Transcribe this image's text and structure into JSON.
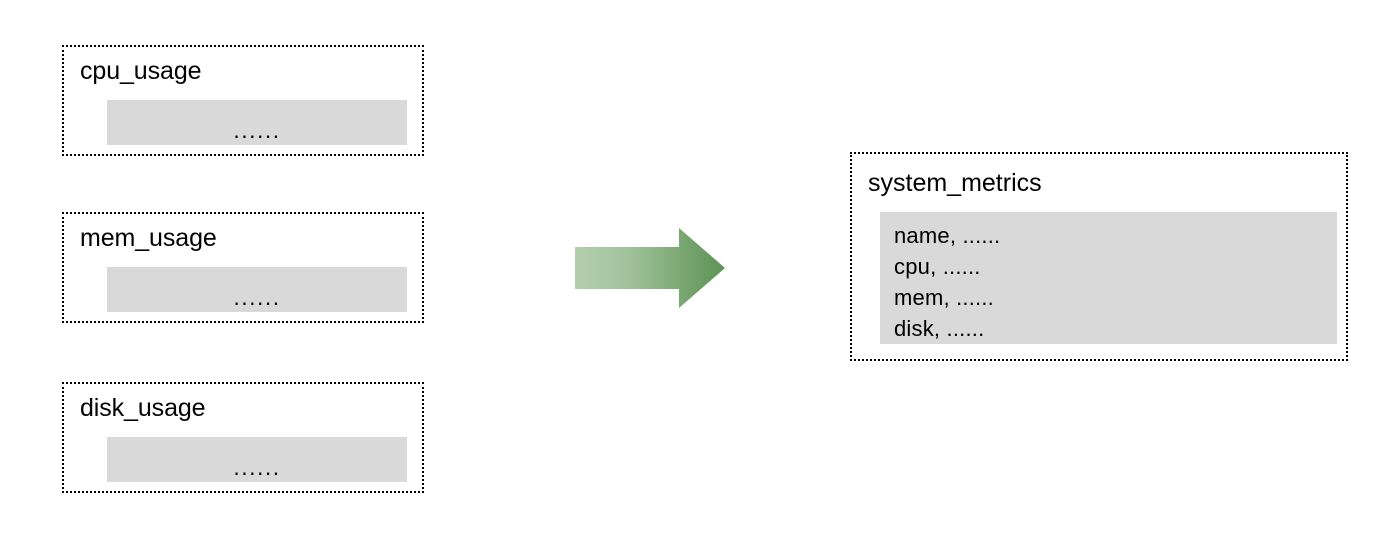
{
  "diagram": {
    "title": "",
    "ellipsis": "......",
    "colors": {
      "table_body_fill": "#d9d9d9",
      "table_border": "#000000",
      "arrow_gradient_start": "#a8c8a2",
      "arrow_gradient_end": "#5f9456",
      "background": "#ffffff"
    },
    "source_tables": [
      {
        "name": "cpu_usage",
        "body_text": "......"
      },
      {
        "name": "mem_usage",
        "body_text": "......"
      },
      {
        "name": "disk_usage",
        "body_text": "......"
      }
    ],
    "arrow": {
      "icon": "right-arrow-icon",
      "direction": "right"
    },
    "destination_table": {
      "name": "system_metrics",
      "rows": [
        "name, ......",
        "cpu, ......",
        "mem, ......",
        "disk, ......"
      ]
    }
  }
}
